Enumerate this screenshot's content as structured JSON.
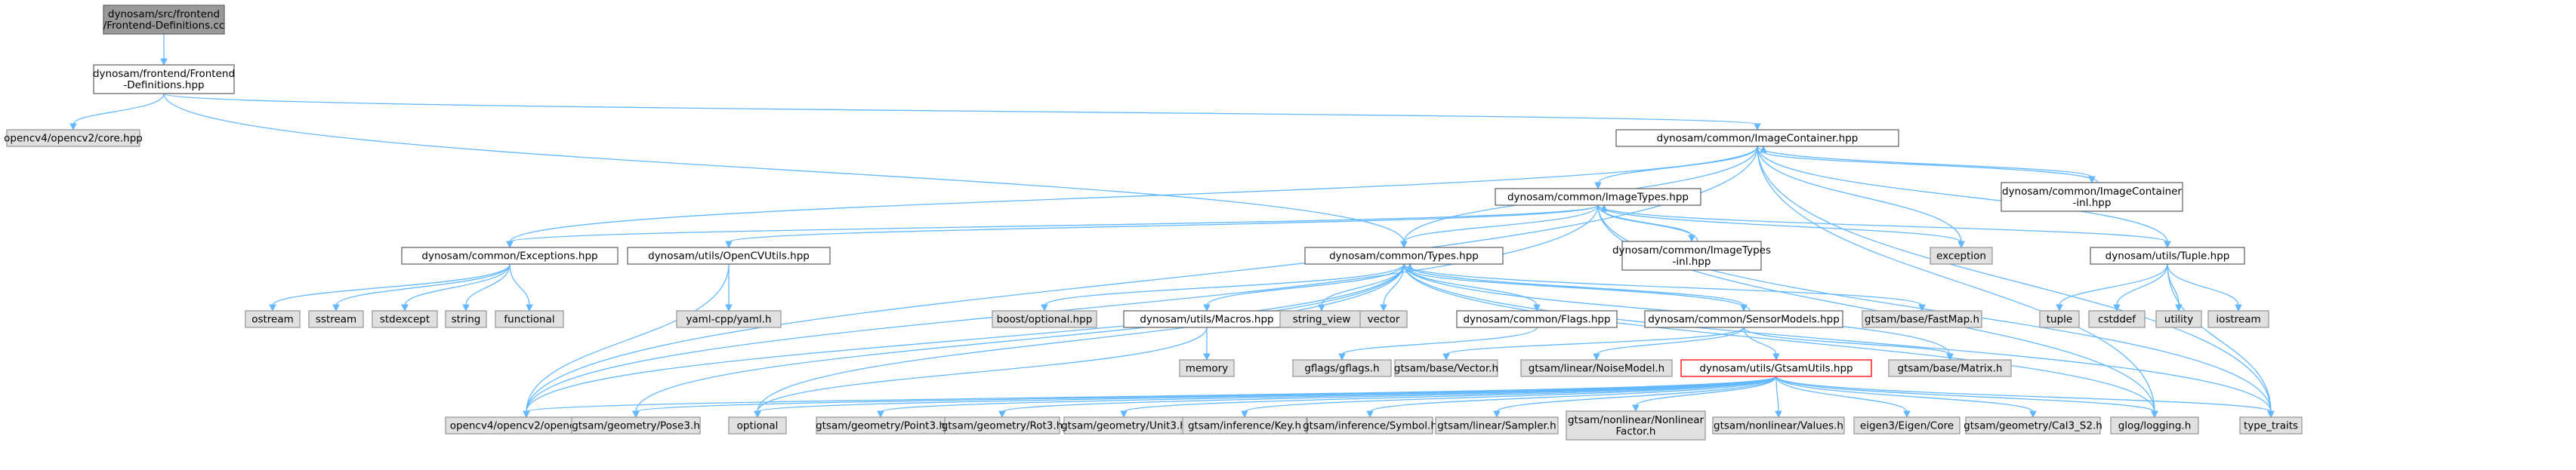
{
  "colors": {
    "root_fill": "#999999",
    "root_stroke": "#666666",
    "doc_fill": "#ffffff",
    "doc_stroke": "#666666",
    "ext_fill": "#e0e0e0",
    "ext_stroke": "#999999",
    "highlight_stroke": "#ff0000",
    "edge": "#63b8ff"
  },
  "nodes": [
    {
      "id": "n0",
      "kind": "root",
      "lines": [
        "dynosam/src/frontend",
        "/Frontend-Definitions.cc"
      ]
    },
    {
      "id": "n1",
      "kind": "doc",
      "lines": [
        "dynosam/frontend/Frontend",
        "-Definitions.hpp"
      ]
    },
    {
      "id": "n2",
      "kind": "ext",
      "lines": [
        "opencv4/opencv2/core.hpp"
      ]
    },
    {
      "id": "n3",
      "kind": "doc",
      "lines": [
        "dynosam/common/ImageContainer.hpp"
      ]
    },
    {
      "id": "n4",
      "kind": "doc",
      "lines": [
        "dynosam/common/ImageTypes.hpp"
      ]
    },
    {
      "id": "n5",
      "kind": "doc",
      "lines": [
        "dynosam/common/ImageContainer",
        "-inl.hpp"
      ]
    },
    {
      "id": "n6",
      "kind": "doc",
      "lines": [
        "dynosam/common/Exceptions.hpp"
      ]
    },
    {
      "id": "n7",
      "kind": "doc",
      "lines": [
        "dynosam/utils/OpenCVUtils.hpp"
      ]
    },
    {
      "id": "n8",
      "kind": "doc",
      "lines": [
        "dynosam/common/Types.hpp"
      ]
    },
    {
      "id": "n9",
      "kind": "doc",
      "lines": [
        "dynosam/common/ImageTypes",
        "-inl.hpp"
      ]
    },
    {
      "id": "n10",
      "kind": "ext",
      "lines": [
        "exception"
      ]
    },
    {
      "id": "n11",
      "kind": "doc",
      "lines": [
        "dynosam/utils/Tuple.hpp"
      ]
    },
    {
      "id": "n12",
      "kind": "ext",
      "lines": [
        "ostream"
      ]
    },
    {
      "id": "n13",
      "kind": "ext",
      "lines": [
        "sstream"
      ]
    },
    {
      "id": "n14",
      "kind": "ext",
      "lines": [
        "stdexcept"
      ]
    },
    {
      "id": "n15",
      "kind": "ext",
      "lines": [
        "string"
      ]
    },
    {
      "id": "n16",
      "kind": "ext",
      "lines": [
        "functional"
      ]
    },
    {
      "id": "n17",
      "kind": "ext",
      "lines": [
        "yaml-cpp/yaml.h"
      ]
    },
    {
      "id": "n18",
      "kind": "ext",
      "lines": [
        "boost/optional.hpp"
      ]
    },
    {
      "id": "n19",
      "kind": "doc",
      "lines": [
        "dynosam/utils/Macros.hpp"
      ]
    },
    {
      "id": "n20",
      "kind": "ext",
      "lines": [
        "string_view"
      ]
    },
    {
      "id": "n21",
      "kind": "ext",
      "lines": [
        "vector"
      ]
    },
    {
      "id": "n22",
      "kind": "doc",
      "lines": [
        "dynosam/common/Flags.hpp"
      ]
    },
    {
      "id": "n23",
      "kind": "doc",
      "lines": [
        "dynosam/common/SensorModels.hpp"
      ]
    },
    {
      "id": "n24",
      "kind": "ext",
      "lines": [
        "gtsam/base/FastMap.h"
      ]
    },
    {
      "id": "n25",
      "kind": "ext",
      "lines": [
        "tuple"
      ]
    },
    {
      "id": "n26",
      "kind": "ext",
      "lines": [
        "cstddef"
      ]
    },
    {
      "id": "n27",
      "kind": "ext",
      "lines": [
        "utility"
      ]
    },
    {
      "id": "n28",
      "kind": "ext",
      "lines": [
        "iostream"
      ]
    },
    {
      "id": "n29",
      "kind": "ext",
      "lines": [
        "memory"
      ]
    },
    {
      "id": "n30",
      "kind": "ext",
      "lines": [
        "gflags/gflags.h"
      ]
    },
    {
      "id": "n31",
      "kind": "ext",
      "lines": [
        "gtsam/base/Vector.h"
      ]
    },
    {
      "id": "n32",
      "kind": "ext",
      "lines": [
        "gtsam/linear/NoiseModel.h"
      ]
    },
    {
      "id": "n33",
      "kind": "highlight",
      "lines": [
        "dynosam/utils/GtsamUtils.hpp"
      ]
    },
    {
      "id": "n34",
      "kind": "ext",
      "lines": [
        "gtsam/base/Matrix.h"
      ]
    },
    {
      "id": "n35",
      "kind": "ext",
      "lines": [
        "opencv4/opencv2/opencv.hpp"
      ]
    },
    {
      "id": "n36",
      "kind": "ext",
      "lines": [
        "gtsam/geometry/Pose3.h"
      ]
    },
    {
      "id": "n37",
      "kind": "ext",
      "lines": [
        "optional"
      ]
    },
    {
      "id": "n38",
      "kind": "ext",
      "lines": [
        "gtsam/geometry/Point3.h"
      ]
    },
    {
      "id": "n39",
      "kind": "ext",
      "lines": [
        "gtsam/geometry/Rot3.h"
      ]
    },
    {
      "id": "n40",
      "kind": "ext",
      "lines": [
        "gtsam/geometry/Unit3.h"
      ]
    },
    {
      "id": "n41",
      "kind": "ext",
      "lines": [
        "gtsam/inference/Key.h"
      ]
    },
    {
      "id": "n42",
      "kind": "ext",
      "lines": [
        "gtsam/inference/Symbol.h"
      ]
    },
    {
      "id": "n43",
      "kind": "ext",
      "lines": [
        "gtsam/linear/Sampler.h"
      ]
    },
    {
      "id": "n44",
      "kind": "ext",
      "lines": [
        "gtsam/nonlinear/Nonlinear",
        "Factor.h"
      ]
    },
    {
      "id": "n45",
      "kind": "ext",
      "lines": [
        "gtsam/nonlinear/Values.h"
      ]
    },
    {
      "id": "n46",
      "kind": "ext",
      "lines": [
        "eigen3/Eigen/Core"
      ]
    },
    {
      "id": "n47",
      "kind": "ext",
      "lines": [
        "gtsam/geometry/Cal3_S2.h"
      ]
    },
    {
      "id": "n48",
      "kind": "ext",
      "lines": [
        "glog/logging.h"
      ]
    },
    {
      "id": "n49",
      "kind": "ext",
      "lines": [
        "type_traits"
      ]
    }
  ],
  "edges": [
    [
      "n0",
      "n1"
    ],
    [
      "n1",
      "n2"
    ],
    [
      "n1",
      "n3"
    ],
    [
      "n1",
      "n8"
    ],
    [
      "n3",
      "n4"
    ],
    [
      "n3",
      "n5"
    ],
    [
      "n3",
      "n6"
    ],
    [
      "n3",
      "n8"
    ],
    [
      "n3",
      "n10"
    ],
    [
      "n3",
      "n11"
    ],
    [
      "n3",
      "n35"
    ],
    [
      "n3",
      "n48"
    ],
    [
      "n3",
      "n49"
    ],
    [
      "n5",
      "n3"
    ],
    [
      "n4",
      "n6"
    ],
    [
      "n4",
      "n7"
    ],
    [
      "n4",
      "n8"
    ],
    [
      "n4",
      "n9"
    ],
    [
      "n4",
      "n10"
    ],
    [
      "n4",
      "n11"
    ],
    [
      "n4",
      "n35"
    ],
    [
      "n4",
      "n48"
    ],
    [
      "n4",
      "n49"
    ],
    [
      "n9",
      "n4"
    ],
    [
      "n6",
      "n12"
    ],
    [
      "n6",
      "n13"
    ],
    [
      "n6",
      "n14"
    ],
    [
      "n6",
      "n15"
    ],
    [
      "n6",
      "n16"
    ],
    [
      "n7",
      "n17"
    ],
    [
      "n7",
      "n35"
    ],
    [
      "n8",
      "n18"
    ],
    [
      "n8",
      "n19"
    ],
    [
      "n8",
      "n20"
    ],
    [
      "n8",
      "n21"
    ],
    [
      "n8",
      "n22"
    ],
    [
      "n8",
      "n23"
    ],
    [
      "n8",
      "n24"
    ],
    [
      "n8",
      "n34"
    ],
    [
      "n8",
      "n35"
    ],
    [
      "n8",
      "n36"
    ],
    [
      "n8",
      "n37"
    ],
    [
      "n8",
      "n48"
    ],
    [
      "n8",
      "n49"
    ],
    [
      "n11",
      "n25"
    ],
    [
      "n11",
      "n26"
    ],
    [
      "n11",
      "n27"
    ],
    [
      "n11",
      "n28"
    ],
    [
      "n11",
      "n49"
    ],
    [
      "n19",
      "n29"
    ],
    [
      "n19",
      "n37"
    ],
    [
      "n22",
      "n30"
    ],
    [
      "n23",
      "n8"
    ],
    [
      "n23",
      "n31"
    ],
    [
      "n23",
      "n32"
    ],
    [
      "n23",
      "n33"
    ],
    [
      "n23",
      "n34"
    ],
    [
      "n33",
      "n35"
    ],
    [
      "n33",
      "n36"
    ],
    [
      "n33",
      "n37"
    ],
    [
      "n33",
      "n38"
    ],
    [
      "n33",
      "n39"
    ],
    [
      "n33",
      "n40"
    ],
    [
      "n33",
      "n41"
    ],
    [
      "n33",
      "n42"
    ],
    [
      "n33",
      "n43"
    ],
    [
      "n33",
      "n44"
    ],
    [
      "n33",
      "n45"
    ],
    [
      "n33",
      "n46"
    ],
    [
      "n33",
      "n47"
    ],
    [
      "n33",
      "n48"
    ],
    [
      "n33",
      "n49"
    ]
  ]
}
